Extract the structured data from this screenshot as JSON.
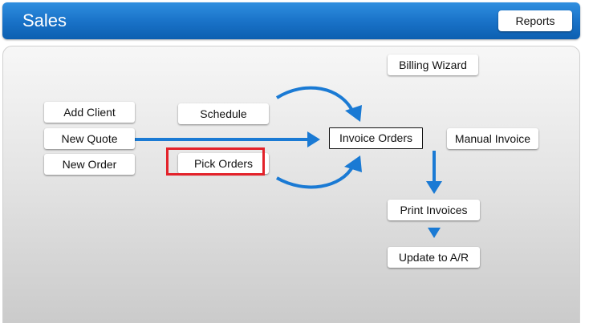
{
  "header": {
    "title": "Sales",
    "reports_label": "Reports"
  },
  "flow": {
    "billing_wizard": "Billing Wizard",
    "add_client": "Add Client",
    "new_quote": "New Quote",
    "new_order": "New Order",
    "schedule": "Schedule",
    "pick_orders": "Pick Orders",
    "invoice_orders": "Invoice Orders",
    "manual_invoice": "Manual Invoice",
    "print_invoices": "Print Invoices",
    "update_ar": "Update to A/R"
  },
  "colors": {
    "header_blue": "#1a73c9",
    "arrow_blue": "#1a7ad4",
    "highlight_red": "#e3222a"
  }
}
